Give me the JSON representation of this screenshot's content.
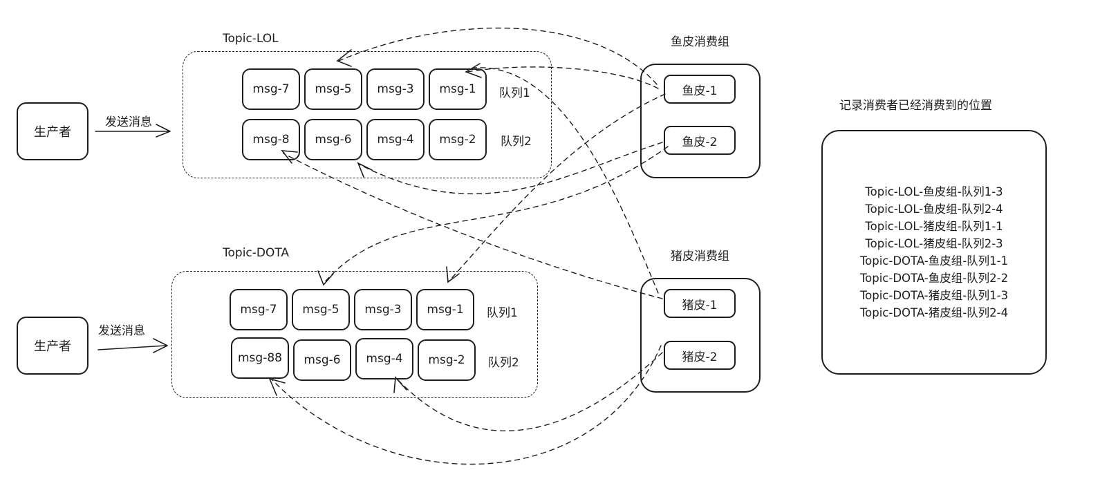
{
  "producers": [
    {
      "label": "生产者",
      "send_label": "发送消息"
    },
    {
      "label": "生产者",
      "send_label": "发送消息"
    }
  ],
  "topics": [
    {
      "title": "Topic-LOL",
      "queues": [
        {
          "label": "队列1",
          "messages": [
            "msg-7",
            "msg-5",
            "msg-3",
            "msg-1"
          ]
        },
        {
          "label": "队列2",
          "messages": [
            "msg-8",
            "msg-6",
            "msg-4",
            "msg-2"
          ]
        }
      ]
    },
    {
      "title": "Topic-DOTA",
      "queues": [
        {
          "label": "队列1",
          "messages": [
            "msg-7",
            "msg-5",
            "msg-3",
            "msg-1"
          ]
        },
        {
          "label": "队列2",
          "messages": [
            "msg-88",
            "msg-6",
            "msg-4",
            "msg-2"
          ]
        }
      ]
    }
  ],
  "consumer_groups": [
    {
      "title": "鱼皮消费组",
      "members": [
        "鱼皮-1",
        "鱼皮-2"
      ]
    },
    {
      "title": "猪皮消费组",
      "members": [
        "猪皮-1",
        "猪皮-2"
      ]
    }
  ],
  "offset_record": {
    "title": "记录消费者已经消费到的位置",
    "lines": [
      "Topic-LOL-鱼皮组-队列1-3",
      "Topic-LOL-鱼皮组-队列2-4",
      "Topic-LOL-猪皮组-队列1-1",
      "Topic-LOL-猪皮组-队列2-3",
      "Topic-DOTA-鱼皮组-队列1-1",
      "Topic-DOTA-鱼皮组-队列2-2",
      "Topic-DOTA-猪皮组-队列1-3",
      "Topic-DOTA-猪皮组-队列2-4"
    ]
  }
}
